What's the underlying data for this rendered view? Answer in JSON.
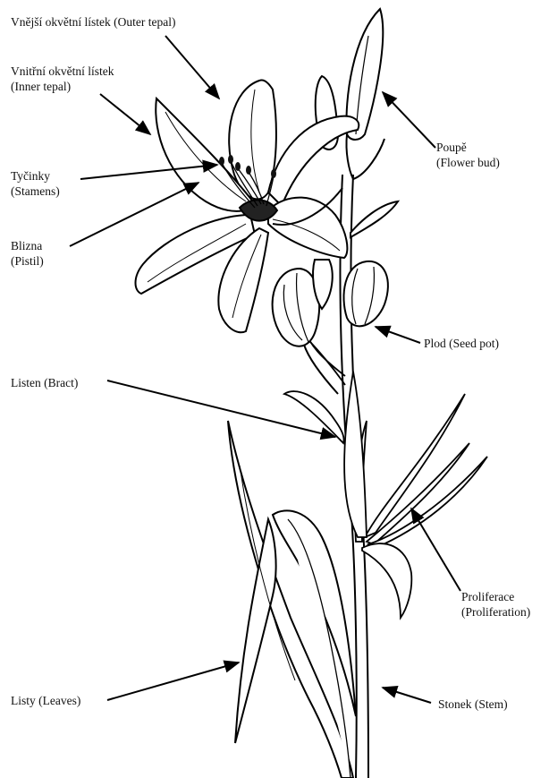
{
  "labels": {
    "outer_tepal": [
      "Vnější okvětní lístek (Outer tepal)"
    ],
    "inner_tepal": [
      "Vnitřní okvětní lístek",
      "(Inner tepal)"
    ],
    "stamens": [
      "Tyčinky",
      "(Stamens)"
    ],
    "pistil": [
      "Blizna",
      "(Pistil)"
    ],
    "bract": [
      "Listen (Bract)"
    ],
    "leaves": [
      "Listy (Leaves)"
    ],
    "flower_bud": [
      "Poupě",
      "(Flower bud)"
    ],
    "seed_pot": [
      "Plod (Seed pot)"
    ],
    "proliferation": [
      "Proliferace",
      "(Proliferation)"
    ],
    "stem": [
      "Stonek (Stem)"
    ]
  }
}
